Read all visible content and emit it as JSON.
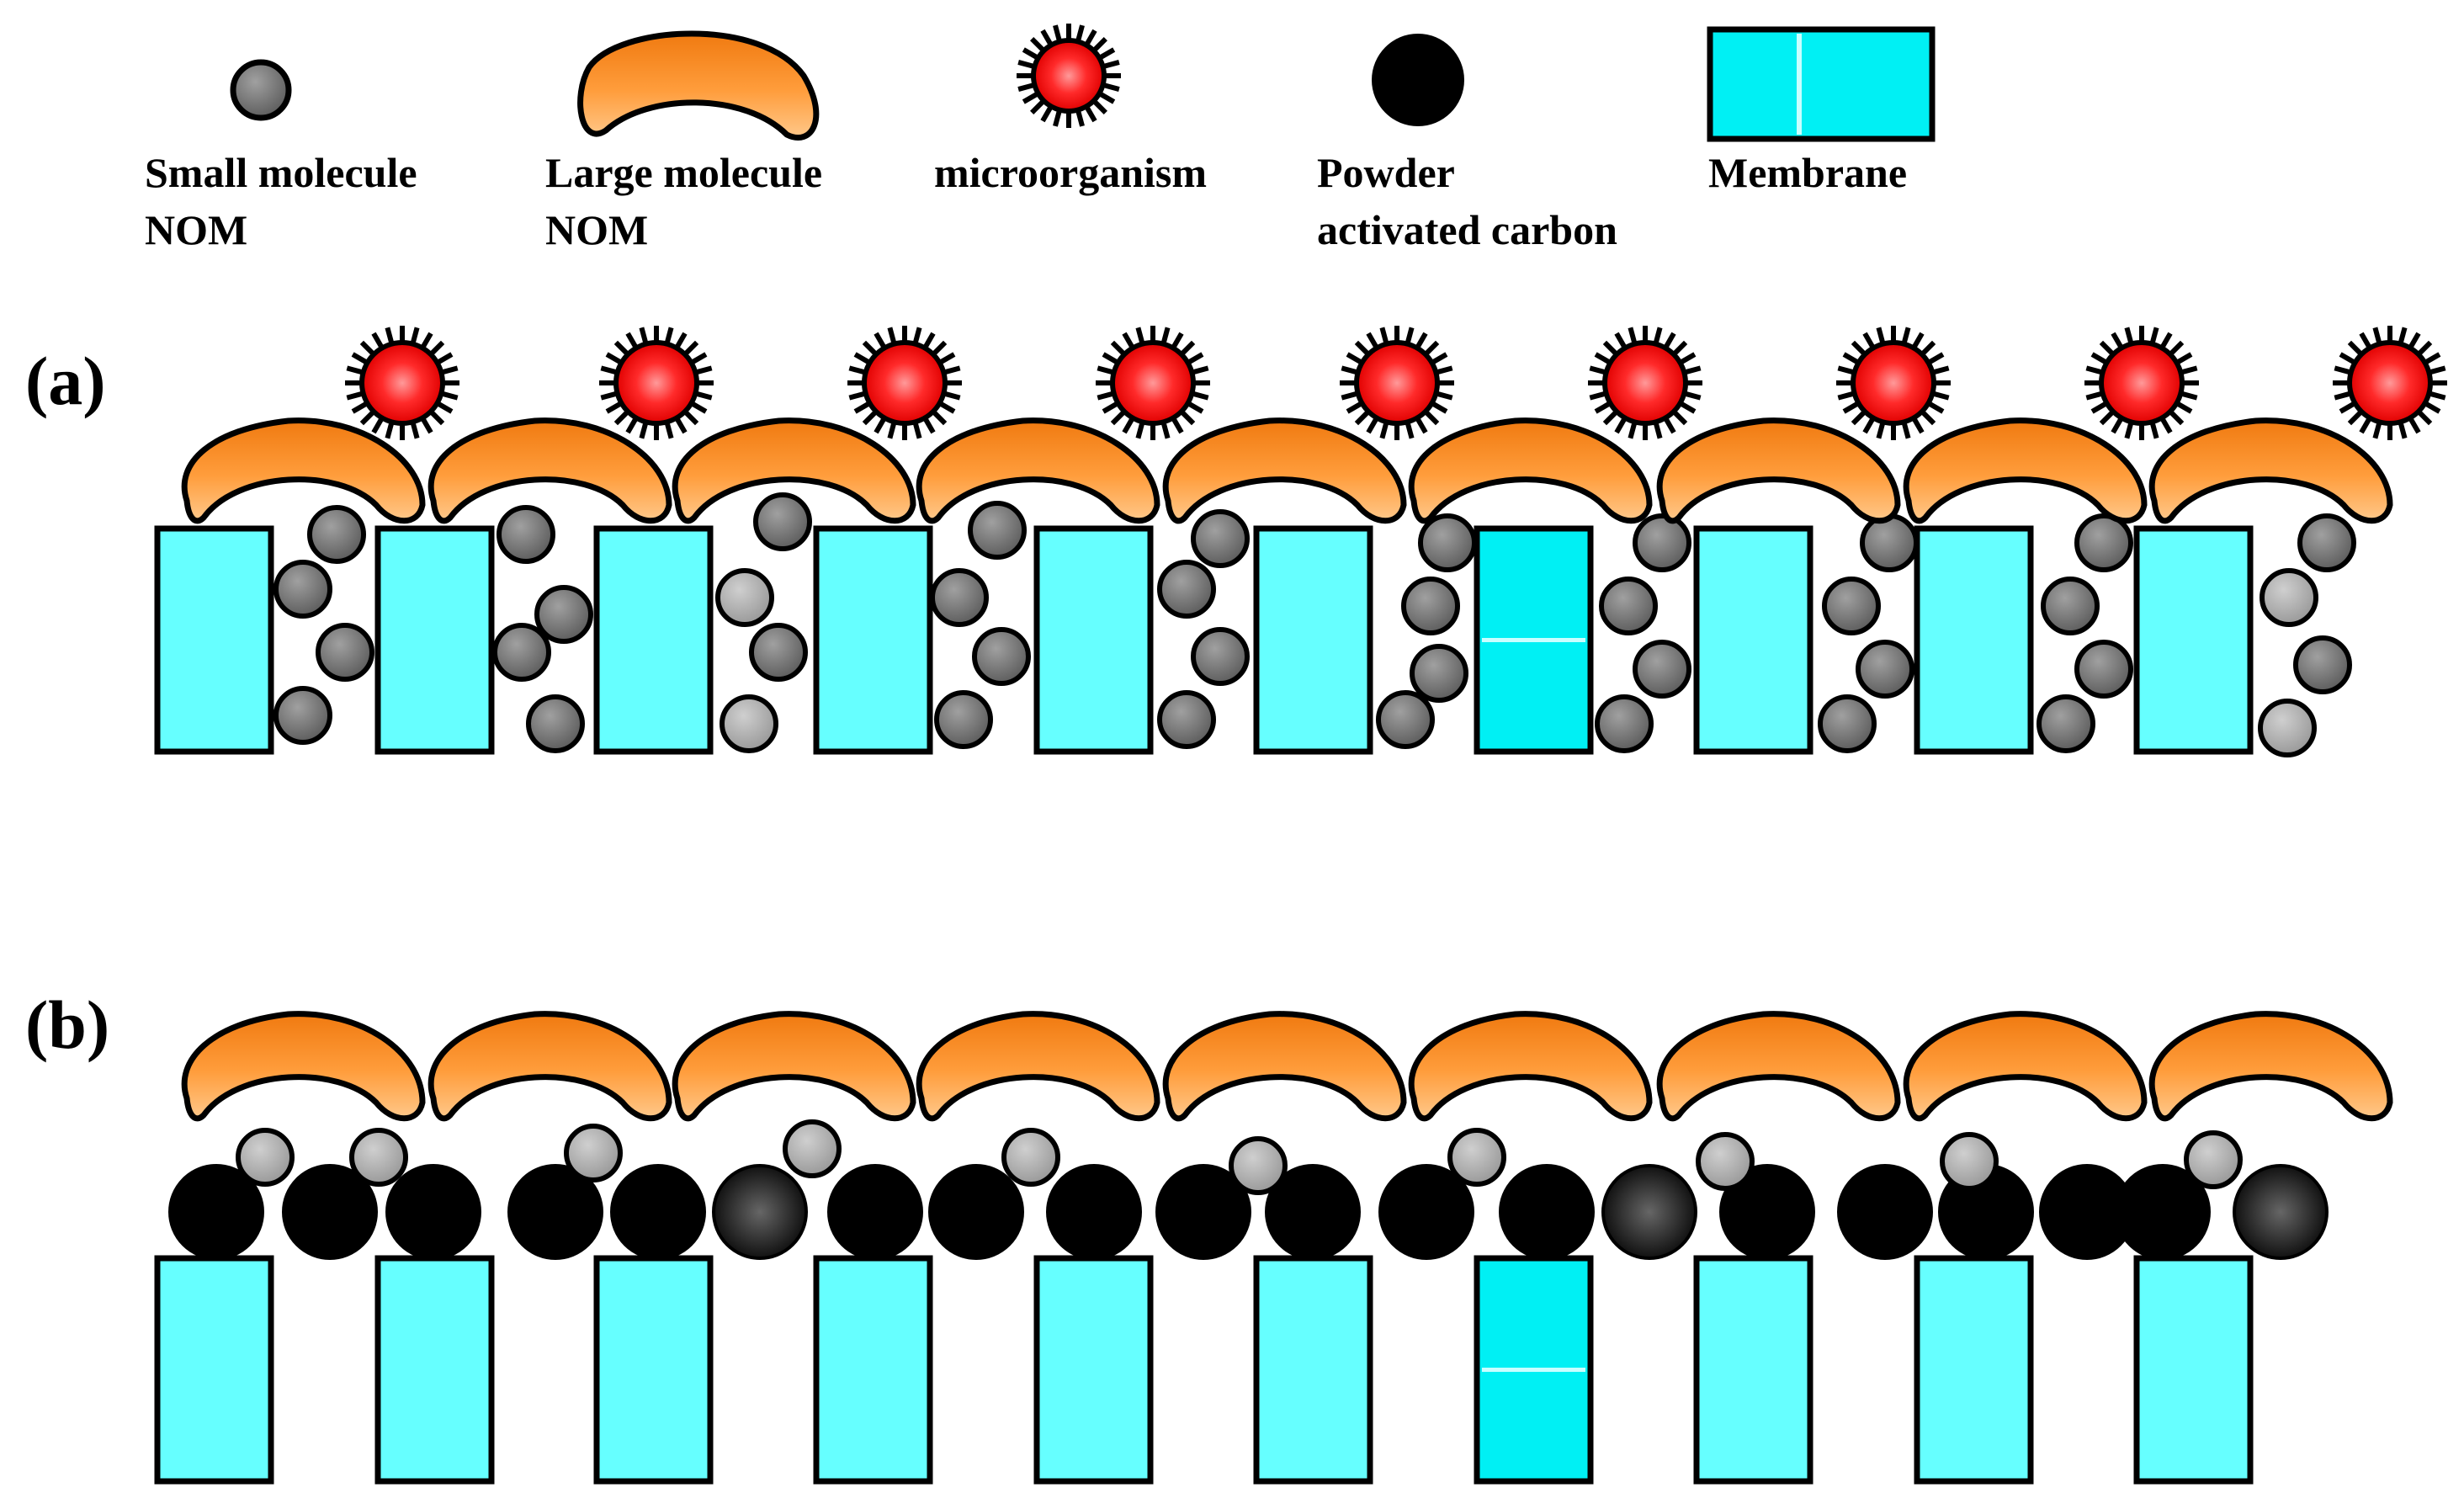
{
  "legend": {
    "small_nom": [
      "Small molecule",
      "NOM"
    ],
    "large_nom": [
      "Large molecule",
      "NOM"
    ],
    "microorganism": [
      "microorganism"
    ],
    "pac": [
      "Powder",
      "activated carbon"
    ],
    "membrane": [
      "Membrane"
    ]
  },
  "panels": {
    "a_label": "(a)",
    "b_label": "(b)"
  },
  "colors": {
    "membrane": "#66ffff",
    "membrane_highlight": "#00f0f4",
    "nom_orange": "#ff9933",
    "small_nom_gray": "#707070",
    "small_nom_light": "#b0b0b0",
    "microorganism_red": "#ff2020",
    "pac_black": "#000000"
  }
}
